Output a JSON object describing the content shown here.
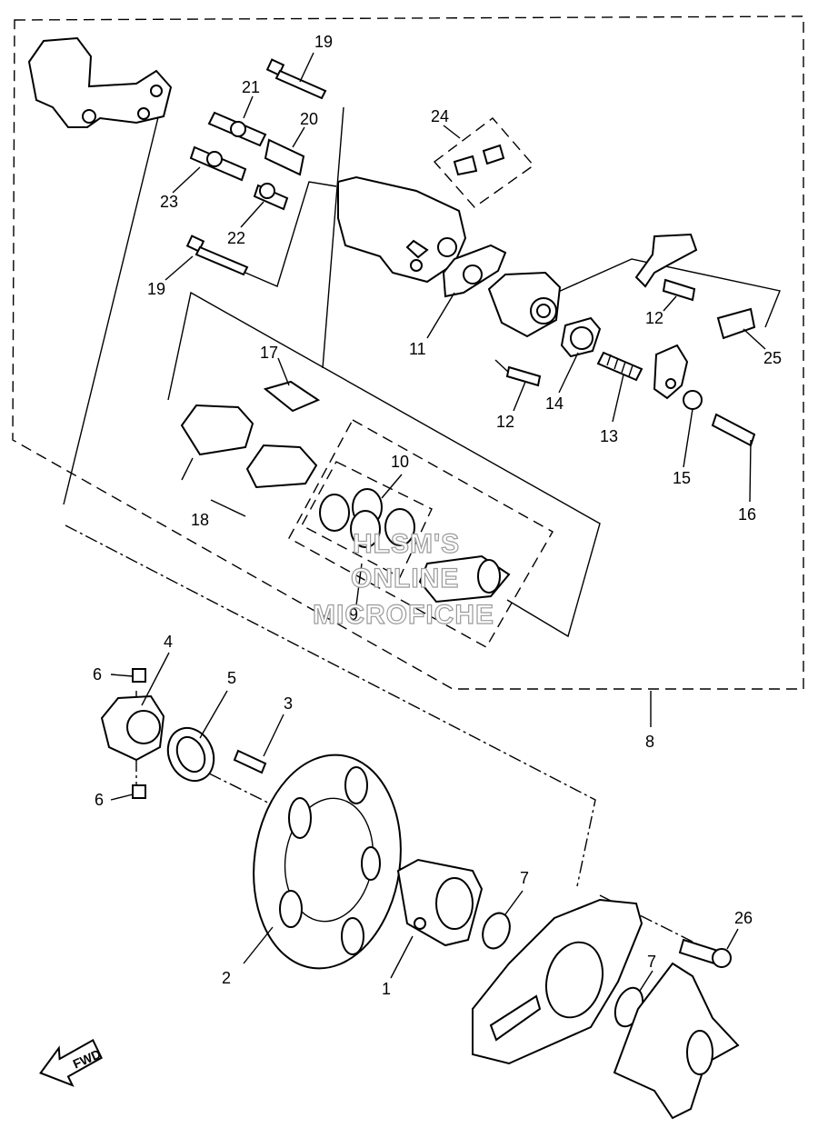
{
  "callouts": {
    "c1": "1",
    "c2": "2",
    "c3": "3",
    "c4": "4",
    "c5": "5",
    "c6a": "6",
    "c6b": "6",
    "c7a": "7",
    "c7b": "7",
    "c8": "8",
    "c9": "9",
    "c10": "10",
    "c11": "11",
    "c12a": "12",
    "c12b": "12",
    "c13": "13",
    "c14": "14",
    "c15": "15",
    "c16": "16",
    "c17": "17",
    "c18": "18",
    "c19a": "19",
    "c19b": "19",
    "c20": "20",
    "c21": "21",
    "c22": "22",
    "c23": "23",
    "c24": "24",
    "c25": "25",
    "c26": "26"
  },
  "watermark": {
    "line1": "HLSM'S",
    "line2": "ONLINE",
    "line3": "MICROFICHE"
  },
  "direction": {
    "label": "FWD",
    "icon": "forward-arrow-icon"
  }
}
